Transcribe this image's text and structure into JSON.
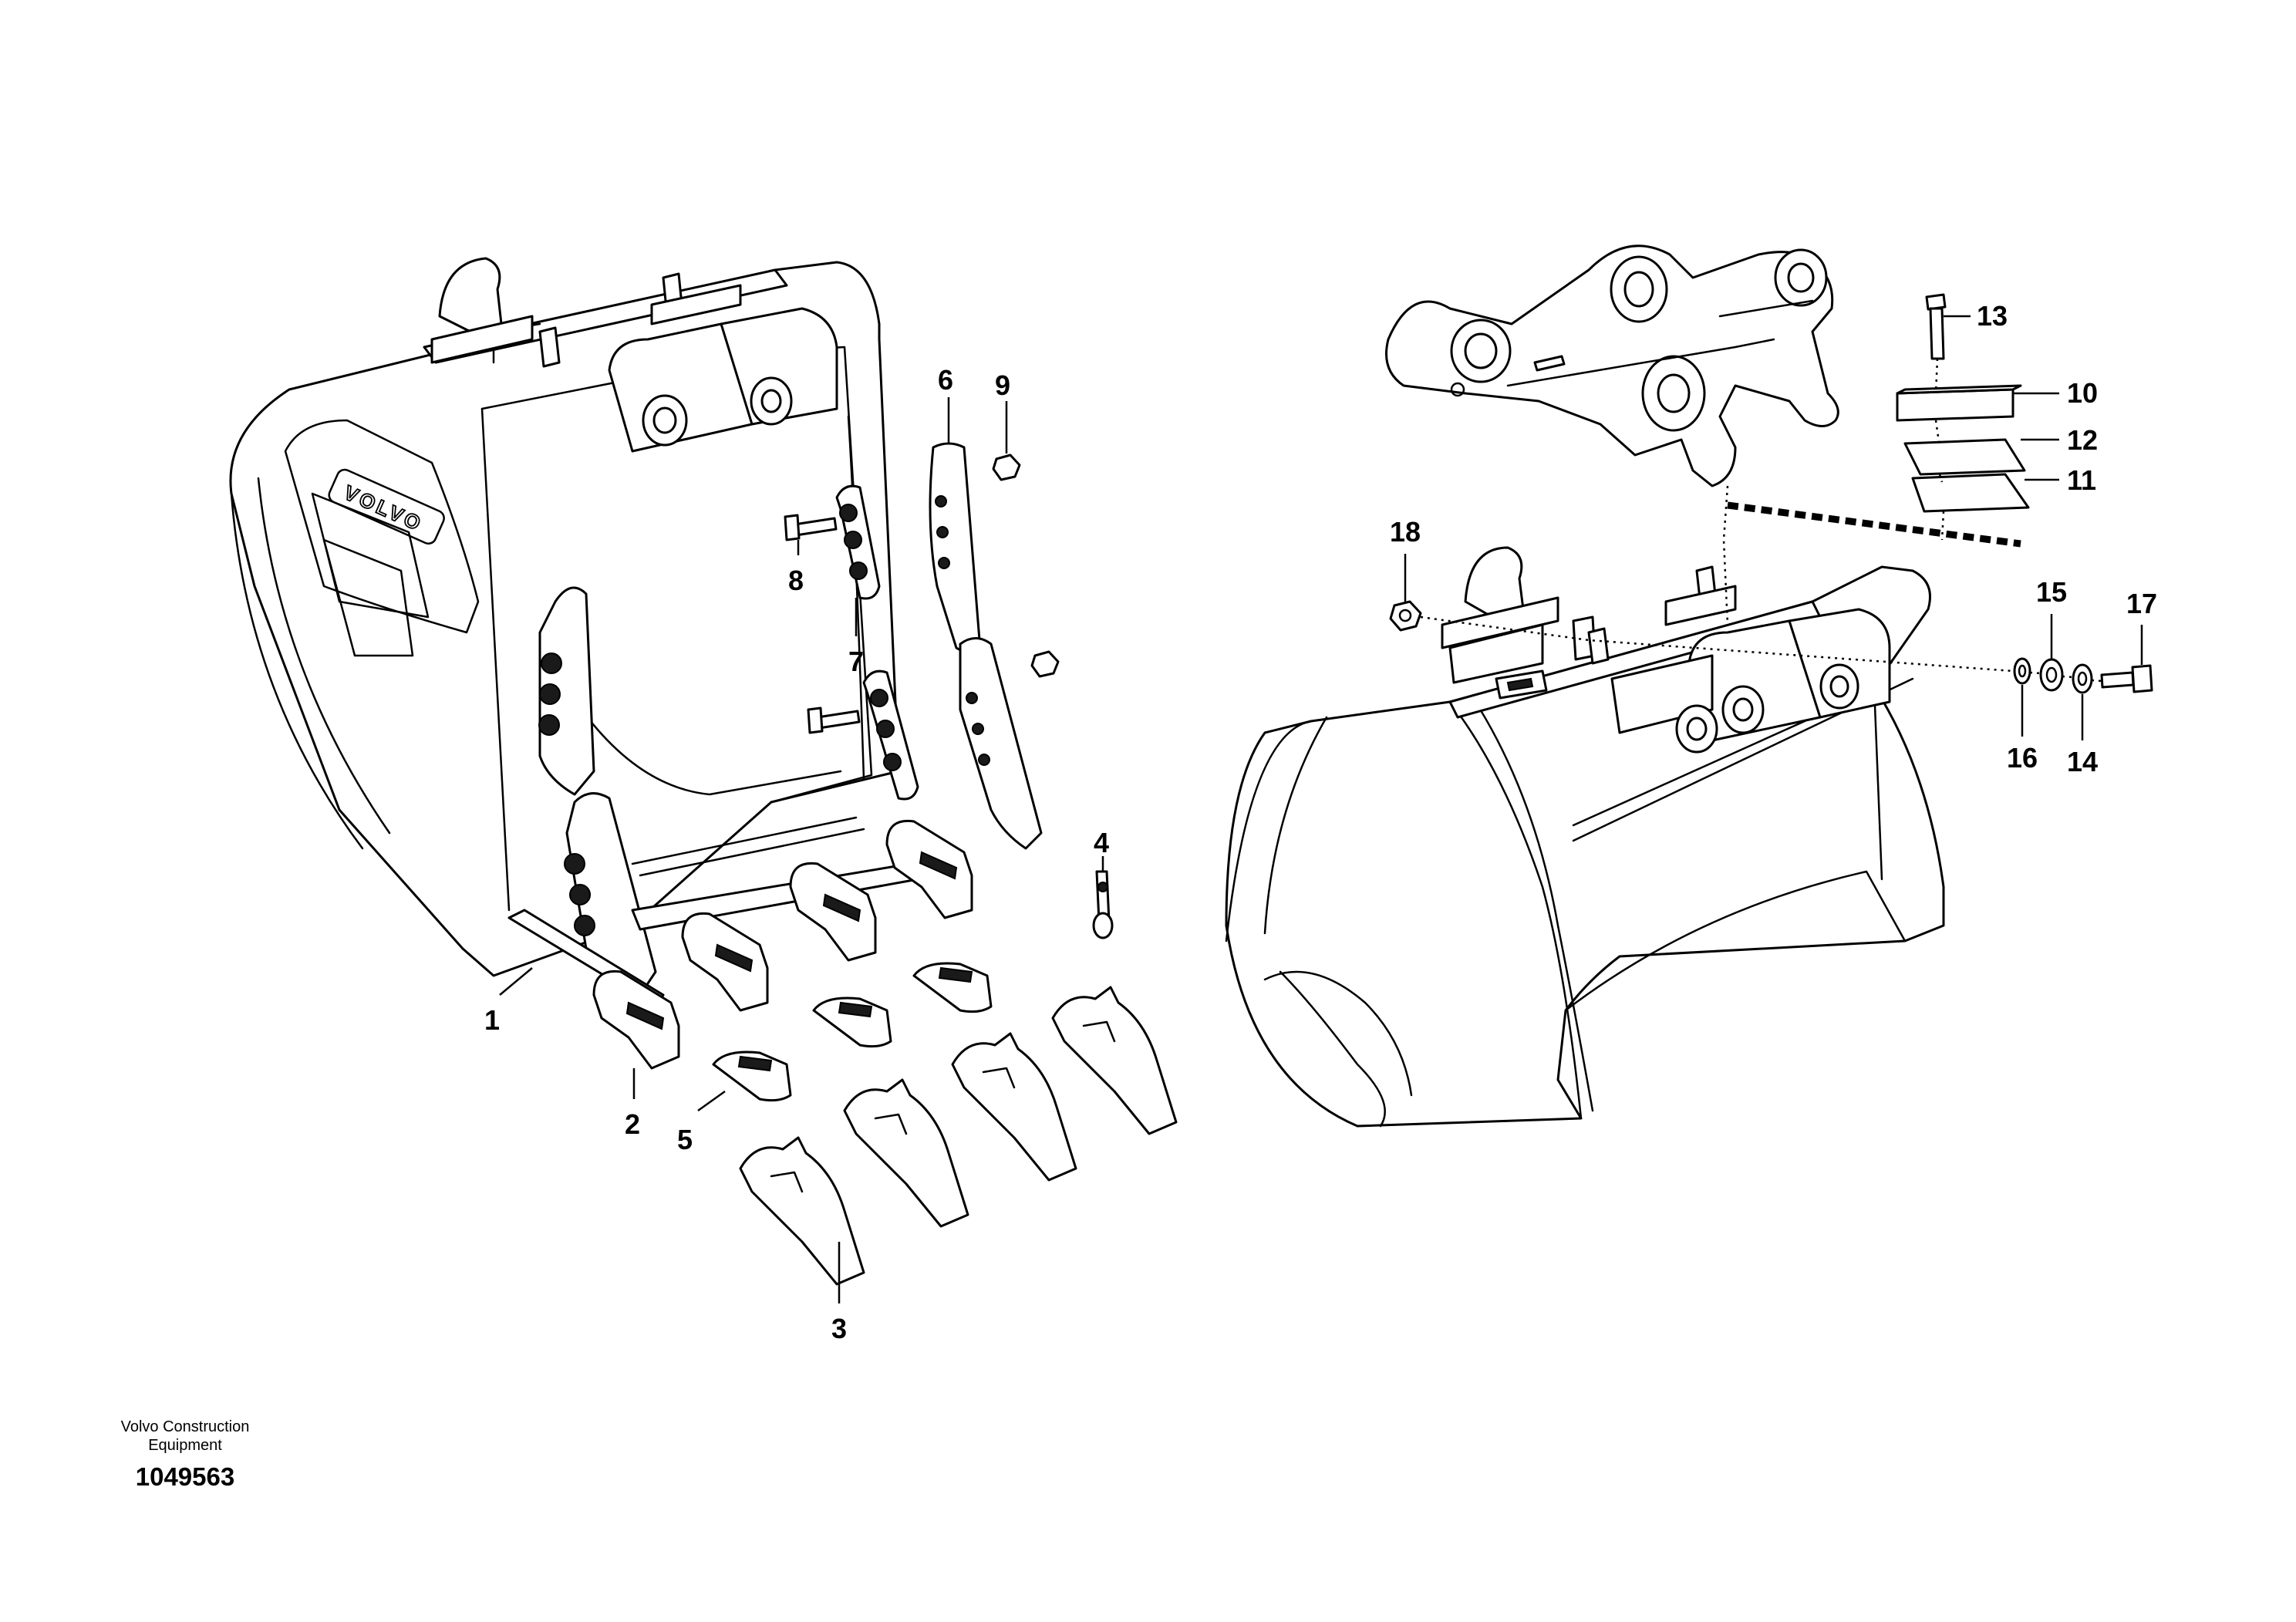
{
  "diagram": {
    "brand_text": "VOLVO",
    "callouts": {
      "c1": "1",
      "c2": "2",
      "c3": "3",
      "c4": "4",
      "c5": "5",
      "c6": "6",
      "c7": "7",
      "c8": "8",
      "c9": "9",
      "c10": "10",
      "c11": "11",
      "c12": "12",
      "c13": "13",
      "c14": "14",
      "c15": "15",
      "c16": "16",
      "c17": "17",
      "c18": "18"
    }
  },
  "footer": {
    "company_line1": "Volvo Construction",
    "company_line2": "Equipment",
    "document_number": "1049563"
  }
}
